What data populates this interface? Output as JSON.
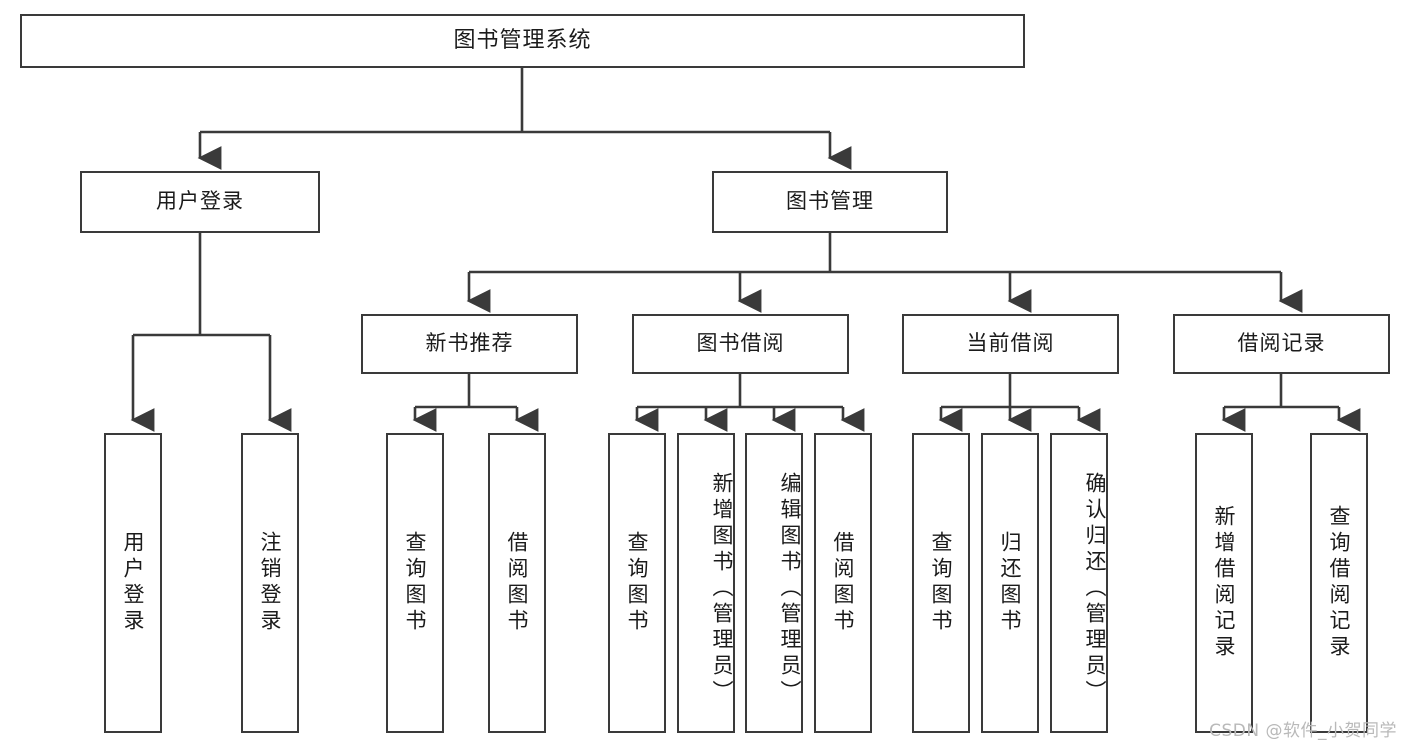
{
  "diagram": {
    "title": "图书管理系统",
    "watermark": "CSDN @软件_小贺同学",
    "line_color": "#3a3a3a",
    "text_color": "#1b1b1b",
    "background": "#ffffff",
    "root": {
      "label": "图书管理系统"
    },
    "level1": [
      {
        "label": "用户登录"
      },
      {
        "label": "图书管理"
      }
    ],
    "level2": [
      {
        "label": "新书推荐"
      },
      {
        "label": "图书借阅"
      },
      {
        "label": "当前借阅"
      },
      {
        "label": "借阅记录"
      }
    ],
    "leaves": {
      "user_login": [
        {
          "label": "用户登录"
        },
        {
          "label": "注销登录"
        }
      ],
      "new_book_recommend": [
        {
          "label": "查询图书"
        },
        {
          "label": "借阅图书"
        }
      ],
      "book_borrow": [
        {
          "label": "查询图书"
        },
        {
          "label": "新增图书（管理员）"
        },
        {
          "label": "编辑图书（管理员）"
        },
        {
          "label": "借阅图书"
        }
      ],
      "current_borrow": [
        {
          "label": "查询图书"
        },
        {
          "label": "归还图书"
        },
        {
          "label": "确认归还（管理员）"
        }
      ],
      "borrow_record": [
        {
          "label": "新增借阅记录"
        },
        {
          "label": "查询借阅记录"
        }
      ]
    }
  }
}
